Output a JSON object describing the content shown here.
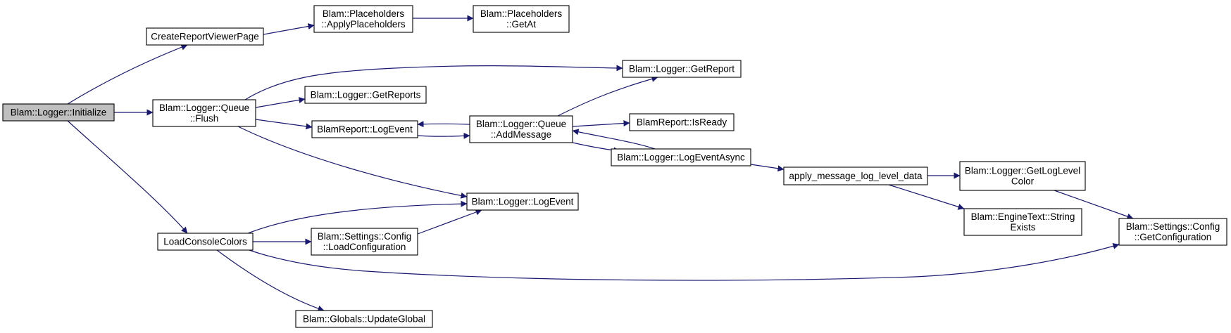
{
  "nodes": [
    {
      "id": "initialize",
      "lines": [
        "Blam::Logger::Initialize"
      ],
      "root": true
    },
    {
      "id": "create-report-viewer-page",
      "lines": [
        "CreateReportViewerPage"
      ]
    },
    {
      "id": "placeholders-apply",
      "lines": [
        "Blam::Placeholders",
        "::ApplyPlaceholders"
      ]
    },
    {
      "id": "placeholders-getat",
      "lines": [
        "Blam::Placeholders",
        "::GetAt"
      ]
    },
    {
      "id": "queue-flush",
      "lines": [
        "Blam::Logger::Queue",
        "::Flush"
      ]
    },
    {
      "id": "logger-getreport",
      "lines": [
        "Blam::Logger::GetReport"
      ]
    },
    {
      "id": "logger-getreports",
      "lines": [
        "Blam::Logger::GetReports"
      ]
    },
    {
      "id": "blamreport-logevent",
      "lines": [
        "BlamReport::LogEvent"
      ]
    },
    {
      "id": "queue-addmessage",
      "lines": [
        "Blam::Logger::Queue",
        "::AddMessage"
      ]
    },
    {
      "id": "blamreport-isready",
      "lines": [
        "BlamReport::IsReady"
      ]
    },
    {
      "id": "logger-logeventasync",
      "lines": [
        "Blam::Logger::LogEventAsync"
      ]
    },
    {
      "id": "apply-message-log-level-data",
      "lines": [
        "apply_message_log_level_data"
      ]
    },
    {
      "id": "logger-getloglevelcolor",
      "lines": [
        "Blam::Logger::GetLogLevel",
        "Color"
      ]
    },
    {
      "id": "enginetext-stringexists",
      "lines": [
        "Blam::EngineText::String",
        "Exists"
      ]
    },
    {
      "id": "settings-getconfiguration",
      "lines": [
        "Blam::Settings::Config",
        "::GetConfiguration"
      ]
    },
    {
      "id": "logger-logevent",
      "lines": [
        "Blam::Logger::LogEvent"
      ]
    },
    {
      "id": "load-console-colors",
      "lines": [
        "LoadConsoleColors"
      ]
    },
    {
      "id": "settings-loadconfiguration",
      "lines": [
        "Blam::Settings::Config",
        "::LoadConfiguration"
      ]
    },
    {
      "id": "globals-updateglobal",
      "lines": [
        "Blam::Globals::UpdateGlobal"
      ]
    }
  ],
  "edges": [
    {
      "from": "initialize",
      "to": "create-report-viewer-page"
    },
    {
      "from": "initialize",
      "to": "queue-flush"
    },
    {
      "from": "initialize",
      "to": "load-console-colors"
    },
    {
      "from": "create-report-viewer-page",
      "to": "placeholders-apply"
    },
    {
      "from": "placeholders-apply",
      "to": "placeholders-getat"
    },
    {
      "from": "queue-flush",
      "to": "logger-getreport"
    },
    {
      "from": "queue-flush",
      "to": "logger-getreports"
    },
    {
      "from": "queue-flush",
      "to": "blamreport-logevent"
    },
    {
      "from": "queue-flush",
      "to": "logger-logevent"
    },
    {
      "from": "blamreport-logevent",
      "to": "queue-addmessage"
    },
    {
      "from": "queue-addmessage",
      "to": "blamreport-logevent"
    },
    {
      "from": "queue-addmessage",
      "to": "logger-getreport"
    },
    {
      "from": "queue-addmessage",
      "to": "blamreport-isready"
    },
    {
      "from": "queue-addmessage",
      "to": "logger-logeventasync"
    },
    {
      "from": "logger-logeventasync",
      "to": "queue-addmessage"
    },
    {
      "from": "logger-logeventasync",
      "to": "apply-message-log-level-data"
    },
    {
      "from": "apply-message-log-level-data",
      "to": "logger-getloglevelcolor"
    },
    {
      "from": "apply-message-log-level-data",
      "to": "enginetext-stringexists"
    },
    {
      "from": "logger-getloglevelcolor",
      "to": "settings-getconfiguration"
    },
    {
      "from": "load-console-colors",
      "to": "logger-logevent"
    },
    {
      "from": "load-console-colors",
      "to": "settings-loadconfiguration"
    },
    {
      "from": "load-console-colors",
      "to": "settings-getconfiguration"
    },
    {
      "from": "load-console-colors",
      "to": "globals-updateglobal"
    },
    {
      "from": "settings-loadconfiguration",
      "to": "logger-logevent"
    }
  ],
  "colors": {
    "edge": "#191970",
    "root_fill": "#bfbfbf",
    "node_fill": "#ffffff",
    "border": "#000000"
  }
}
